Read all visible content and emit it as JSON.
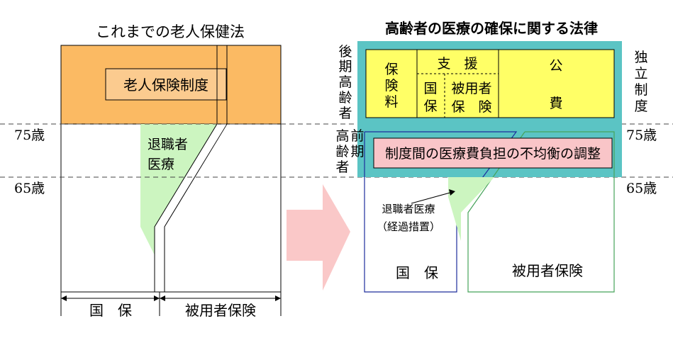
{
  "colors": {
    "orange": "#FBBA63",
    "cyan": "#5BC4C4",
    "yellow": "#FFFF66",
    "pink": "#F9C5C8",
    "arrow": "#FAC8C8",
    "lightgreen": "#CCF5C0",
    "salmon": "#FBCB8F",
    "navy": "#1D2D9C",
    "green": "#46A35A"
  },
  "left": {
    "title": "これまでの老人保健法",
    "box_label": "老人保険制度",
    "retiree_label": [
      "退職者",
      "医療"
    ],
    "bottom_left": "国　保",
    "bottom_right": "被用者保険"
  },
  "ages": {
    "age75_left": "75歳",
    "age65_left": "65歳",
    "age75_right": "75歳",
    "age65_right": "65歳"
  },
  "right": {
    "title": "高齢者の医療の確保に関する法律",
    "late_elderly": "後期高齢者",
    "early_elderly": "前期高齢者",
    "independent": "独立制度",
    "premium": "保険料",
    "support": "支　援",
    "kokuho": "国保",
    "employee_insurance": [
      "被用者",
      "保　険"
    ],
    "public_funds_top": "公",
    "public_funds_bottom": "費",
    "adjust_label": "制度間の医療費負担の不均衡の調整",
    "retiree_note": [
      "退職者医療",
      "（経過措置）"
    ],
    "bottom_left": "国　保",
    "bottom_right": "被用者保険"
  }
}
